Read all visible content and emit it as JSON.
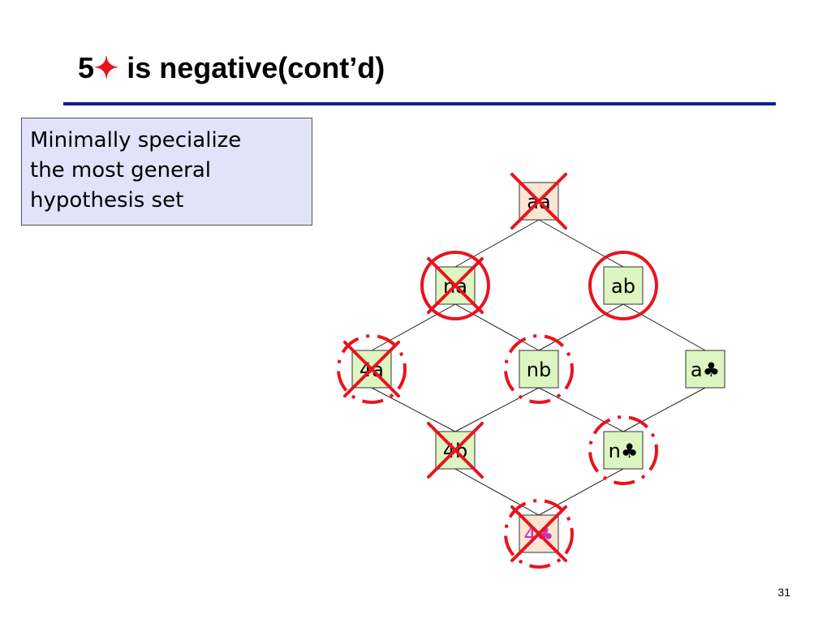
{
  "slide": {
    "title_num": "5",
    "title_star": "✦",
    "title_bold": " is negative",
    "title_rest": "(cont’d)",
    "callout_lines": [
      "Minimally specialize",
      "the most general",
      "hypothesis set"
    ],
    "page_number": "31"
  },
  "colors": {
    "title_rule": "#0a1e96",
    "callout_bg": "#e2e2fa",
    "node_green": "#ddf5c0",
    "node_peach": "#fae6d2",
    "mark_red": "#e8141e",
    "bottom_label": "#c832b4"
  },
  "lattice": {
    "nodes": [
      {
        "id": "aa",
        "label": "aa",
        "fill": "peach",
        "crossed": true,
        "circle": "none"
      },
      {
        "id": "na",
        "label": "na",
        "fill": "green",
        "crossed": true,
        "circle": "solid"
      },
      {
        "id": "ab",
        "label": "ab",
        "fill": "green",
        "crossed": false,
        "circle": "solid"
      },
      {
        "id": "4a",
        "label": "4a",
        "fill": "green",
        "crossed": true,
        "circle": "dashed"
      },
      {
        "id": "nb",
        "label": "nb",
        "fill": "green",
        "crossed": false,
        "circle": "dashed"
      },
      {
        "id": "a-club",
        "label": "a♣",
        "fill": "green",
        "crossed": false,
        "circle": "none"
      },
      {
        "id": "4b",
        "label": "4b",
        "fill": "green",
        "crossed": true,
        "circle": "none"
      },
      {
        "id": "n-club",
        "label": "n♣",
        "fill": "green",
        "crossed": false,
        "circle": "dashed"
      },
      {
        "id": "4-club",
        "label": "4♣",
        "fill": "peach",
        "crossed": true,
        "circle": "dashed",
        "label_color": "bottom_label"
      }
    ],
    "edges": [
      [
        "aa",
        "na"
      ],
      [
        "aa",
        "ab"
      ],
      [
        "na",
        "4a"
      ],
      [
        "na",
        "nb"
      ],
      [
        "ab",
        "nb"
      ],
      [
        "ab",
        "a-club"
      ],
      [
        "4a",
        "4b"
      ],
      [
        "nb",
        "4b"
      ],
      [
        "nb",
        "n-club"
      ],
      [
        "a-club",
        "n-club"
      ],
      [
        "4b",
        "4-club"
      ],
      [
        "n-club",
        "4-club"
      ]
    ]
  }
}
